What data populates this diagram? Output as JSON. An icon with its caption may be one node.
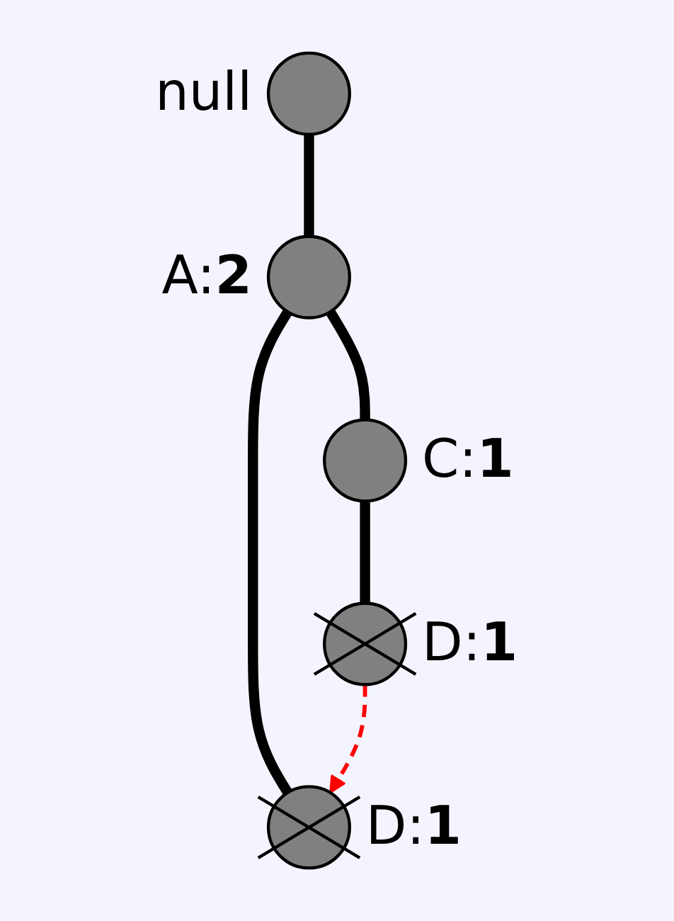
{
  "diagram": {
    "nodes": [
      {
        "text": [],
        "shape": "circle",
        "beside": [
          "null"
        ]
      },
      {
        "text": [],
        "shape": "circle",
        "beside": [
          "A:**2**"
        ]
      },
      {
        "text": [],
        "shape": "circle",
        "beside": [
          "C:**1**"
        ]
      },
      {
        "text": [],
        "shape": "circle",
        "beside": [
          "D:**1**"
        ]
      },
      {
        "text": [],
        "shape": "circle",
        "beside": [
          "D:**1**"
        ]
      }
    ],
    "edges": [
      {
        "from": 0,
        "to": 1,
        "arrow": "none"
      },
      {
        "from": 1,
        "to": 2,
        "arrow": "none"
      },
      {
        "from": 1,
        "to": 3,
        "arrow": "none"
      },
      {
        "from": 2,
        "to": 4,
        "arrow": "none"
      },
      {
        "from": 4,
        "to": 3,
        "arrow": "to",
        "style": "dashed",
        "color": "#ff0000"
      }
    ]
  }
}
